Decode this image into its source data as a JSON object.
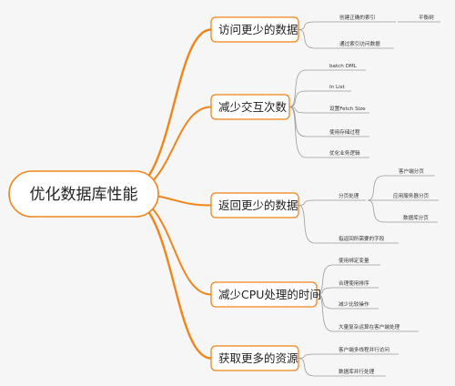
{
  "root": {
    "label": "优化数据库性能"
  },
  "branches": [
    {
      "id": "b1",
      "label": "访问更少的数据",
      "children": [
        {
          "id": "b1c1",
          "label": "创建正确的索引",
          "children": [
            {
              "id": "b1c1g1",
              "label": "平衡树"
            }
          ]
        },
        {
          "id": "b1c2",
          "label": "通过索引访问数据"
        }
      ]
    },
    {
      "id": "b2",
      "label": "减少交互次数",
      "children": [
        {
          "id": "b2c1",
          "label": "batch DML"
        },
        {
          "id": "b2c2",
          "label": "In List"
        },
        {
          "id": "b2c3",
          "label": "设置Fetch Size"
        },
        {
          "id": "b2c4",
          "label": "使用存储过程"
        },
        {
          "id": "b2c5",
          "label": "优化业务逻辑"
        }
      ]
    },
    {
      "id": "b3",
      "label": "返回更少的数据",
      "children": [
        {
          "id": "b3c1",
          "label": "分页处理",
          "children": [
            {
              "id": "b3c1g1",
              "label": "客户端分页"
            },
            {
              "id": "b3c1g2",
              "label": "应用服务器分页"
            },
            {
              "id": "b3c1g3",
              "label": "数据库分页"
            }
          ]
        },
        {
          "id": "b3c2",
          "label": "指返回所需要的字段"
        }
      ]
    },
    {
      "id": "b4",
      "label": "减少CPU处理的时间",
      "children": [
        {
          "id": "b4c1",
          "label": "使用绑定变量"
        },
        {
          "id": "b4c2",
          "label": "合理使用排序"
        },
        {
          "id": "b4c3",
          "label": "减少比较操作"
        },
        {
          "id": "b4c4",
          "label": "大量复杂运算在客户端处理"
        }
      ]
    },
    {
      "id": "b5",
      "label": "获取更多的资源",
      "children": [
        {
          "id": "b5c1",
          "label": "客户端多线程并行访问"
        },
        {
          "id": "b5c2",
          "label": "数据库并行处理"
        }
      ]
    }
  ]
}
